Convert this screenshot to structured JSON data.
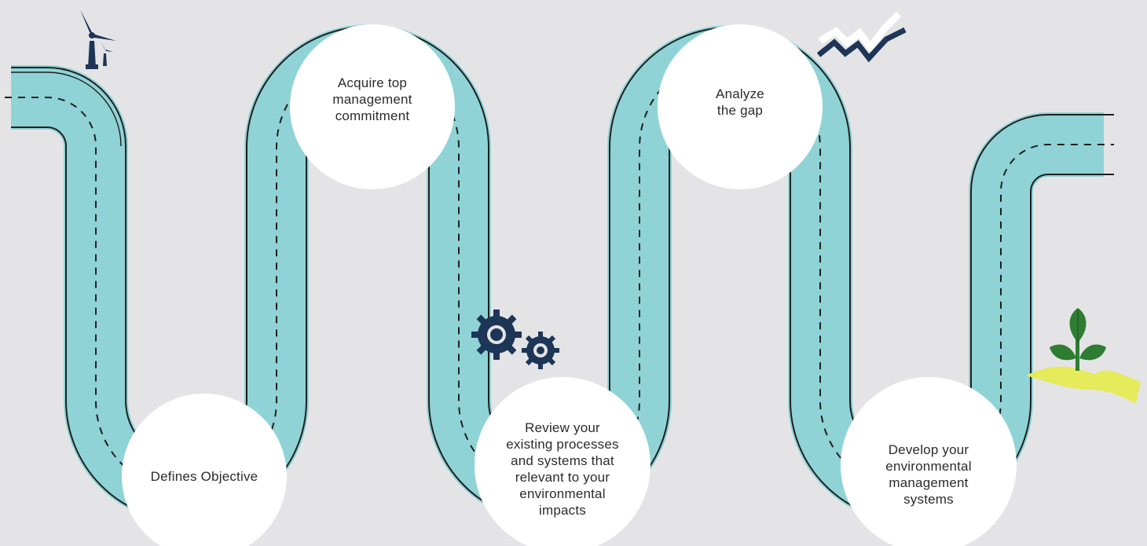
{
  "diagram": {
    "steps": [
      {
        "id": "step-1",
        "label": "Defines Objective"
      },
      {
        "id": "step-2",
        "label": "Acquire top\nmanagement\ncommitment"
      },
      {
        "id": "step-3",
        "label": "Review your\nexisting processes\nand systems that\nrelevant to your\nenvironmental\nimpacts"
      },
      {
        "id": "step-4",
        "label": "Analyze\nthe gap"
      },
      {
        "id": "step-5",
        "label": "Develop your\nenvironmental\nmanagement\nsystems"
      }
    ],
    "icons": [
      "wind-turbine-icon",
      "zigzag-chart-icon",
      "gears-icon",
      "plant-in-hand-icon"
    ],
    "colors": {
      "background": "#e4e4e6",
      "road": "#8fd3d6",
      "outline": "#1f1f1f",
      "navy": "#1d3557",
      "leaf": "#2e7d32",
      "hand": "#e5eb5a",
      "circle": "#ffffff"
    }
  }
}
